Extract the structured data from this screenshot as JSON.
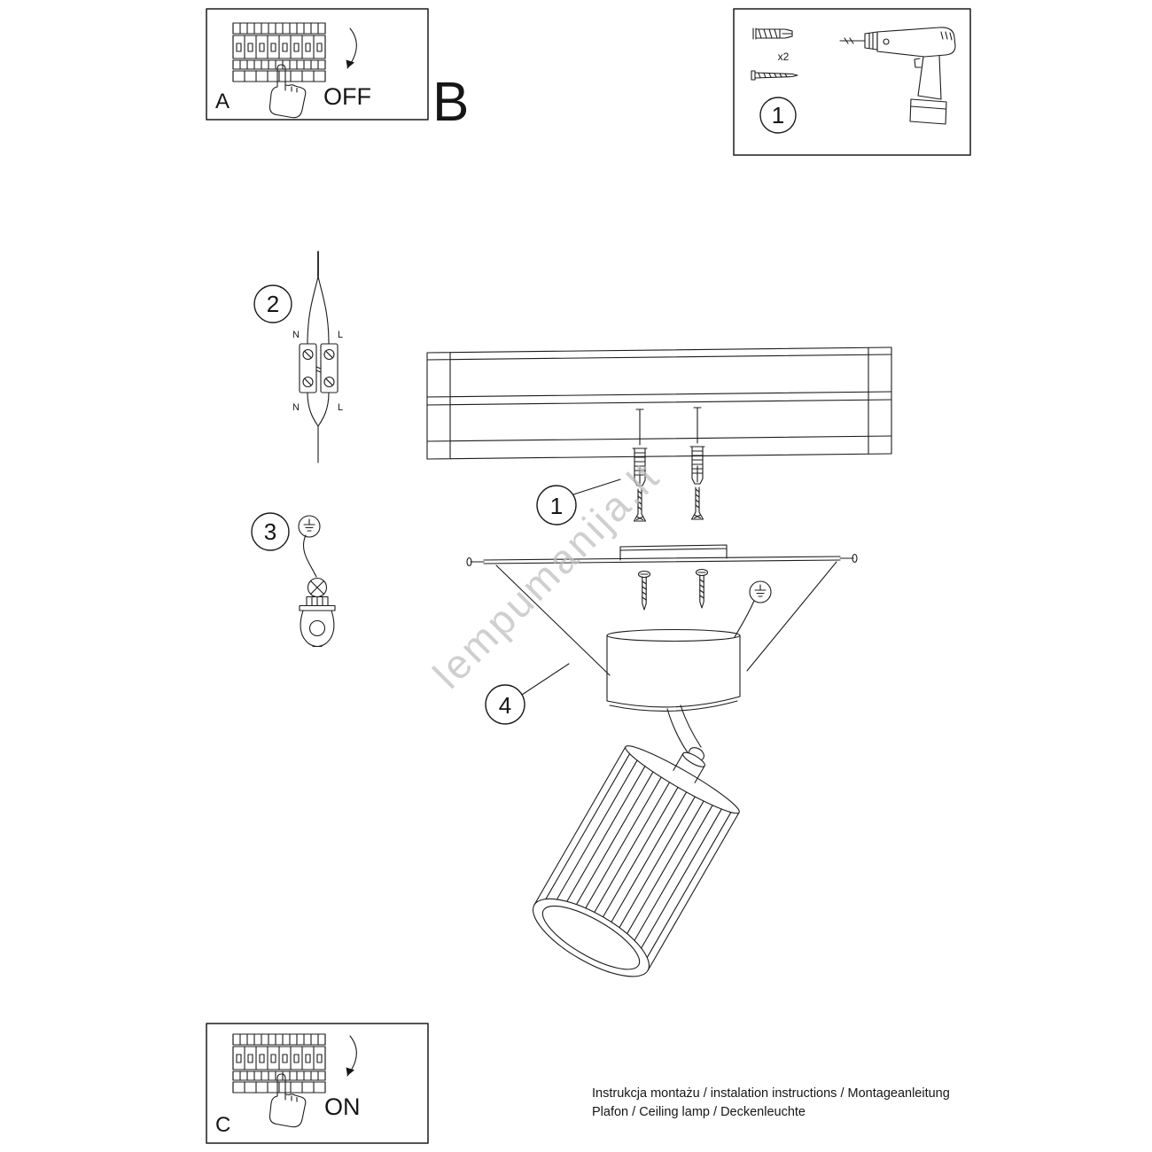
{
  "labels": {
    "panel_a": "A",
    "panel_b": "B",
    "panel_c": "C",
    "off": "OFF",
    "on": "ON"
  },
  "steps": {
    "one": "1",
    "two": "2",
    "three": "3",
    "four": "4"
  },
  "tools": {
    "plug_count": "x2"
  },
  "wiring": {
    "neutral": "N",
    "live": "L"
  },
  "watermark": "lempumanija.lt",
  "footer": {
    "line1": "Instrukcja montażu / instalation instructions / Montageanleitung",
    "line2": "Plafon / Ceiling lamp / Deckenleuchte"
  }
}
